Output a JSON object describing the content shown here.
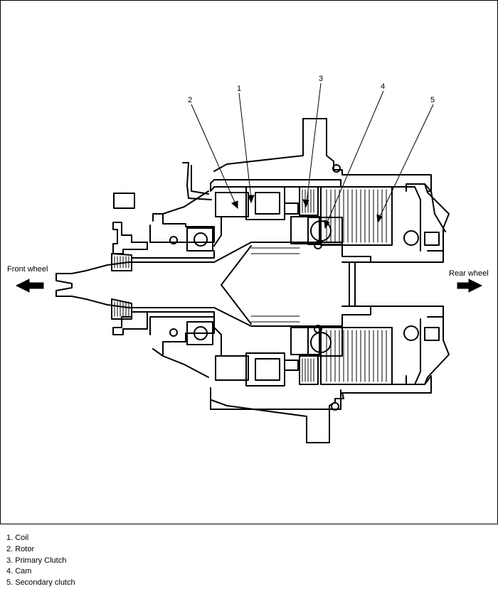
{
  "directions": {
    "left": "Front wheel",
    "right": "Rear wheel"
  },
  "callouts": [
    "1",
    "2",
    "3",
    "4",
    "5"
  ],
  "legend": [
    "1. Coil",
    "2. Rotor",
    "3. Primary Clutch",
    "4. Cam",
    "5. Secondary clutch"
  ]
}
